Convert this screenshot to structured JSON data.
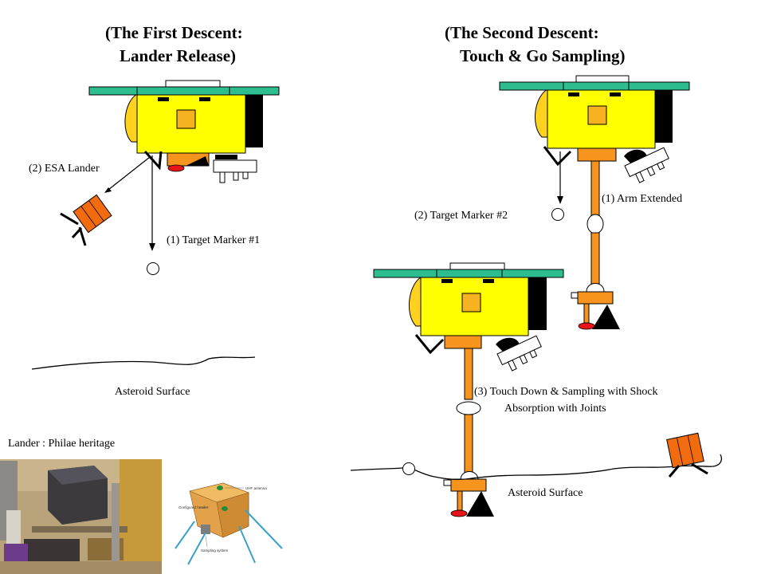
{
  "titles": {
    "first_line1": "(The First Descent:",
    "first_line2": "Lander Release)",
    "second_line1": "(The Second Descent:",
    "second_line2": "Touch & Go Sampling)"
  },
  "labels": {
    "esa_lander": "(2) ESA Lander",
    "target_marker_1": "(1)   Target Marker #1",
    "asteroid_surface_left": "Asteroid Surface",
    "arm_extended": "(1)   Arm Extended",
    "target_marker_2": "(2) Target Marker #2",
    "touch_down_line1": "(3) Touch Down & Sampling with Shock",
    "touch_down_line2": "Absorption with Joints",
    "asteroid_surface_right": "Asteroid Surface",
    "lander_heritage": "Lander : Philae heritage"
  },
  "diagram_callouts": {
    "uhf_antenna": "UHF antenna",
    "configured_header": "Configured header",
    "sampling_system": "Sampling system"
  },
  "colors": {
    "spacecraft_body": "#ffff00",
    "solar_panel": "#2ebd8f",
    "orange_parts": "#f7941d",
    "lander_body": "#f26b0f",
    "arm": "#f7941d",
    "red_sampler": "#e8141b",
    "photo_background": "#c69a3a"
  }
}
